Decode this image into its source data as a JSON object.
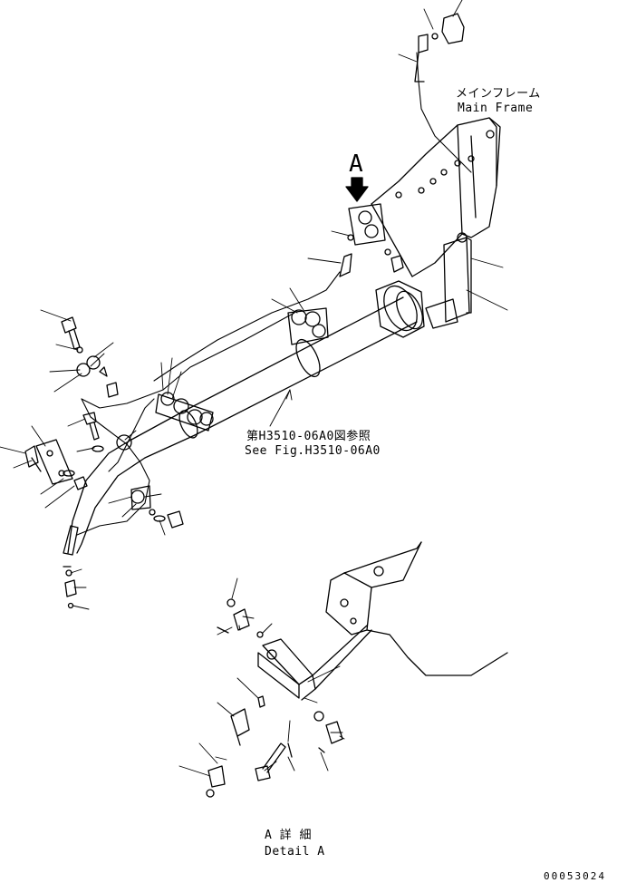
{
  "labels": {
    "main_frame_jp": "メインフレーム",
    "main_frame_en": "Main Frame",
    "view_marker": "A",
    "see_fig_jp": "第H3510-06A0図参照",
    "see_fig_en": "See Fig.H3510-06A0",
    "detail_jp": "A 詳 細",
    "detail_en": "Detail A",
    "drawing_number": "00053024"
  }
}
